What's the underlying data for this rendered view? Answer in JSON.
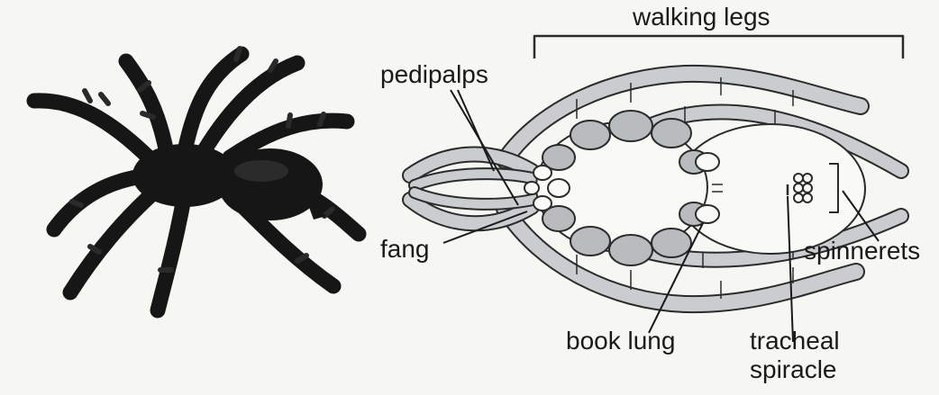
{
  "diagram": {
    "labels": {
      "walking_legs": "walking legs",
      "pedipalps": "pedipalps",
      "fang": "fang",
      "spinnerets": "spinnerets",
      "book_lung": "book lung",
      "tracheal_spiracle_line1": "tracheal",
      "tracheal_spiracle_line2": "spiracle"
    }
  },
  "colors": {
    "background": "#f6f6f2",
    "ink": "#1a1a1a",
    "spider_body": "#161616",
    "leg_fill": "#c9cdcf",
    "segment_fill": "#b8bcbf",
    "abdomen_fill": "#f9f9f6"
  },
  "icons": {
    "spider_photo": "tarantula-icon",
    "anatomy_drawing": "spider-ventral-view-icon"
  }
}
